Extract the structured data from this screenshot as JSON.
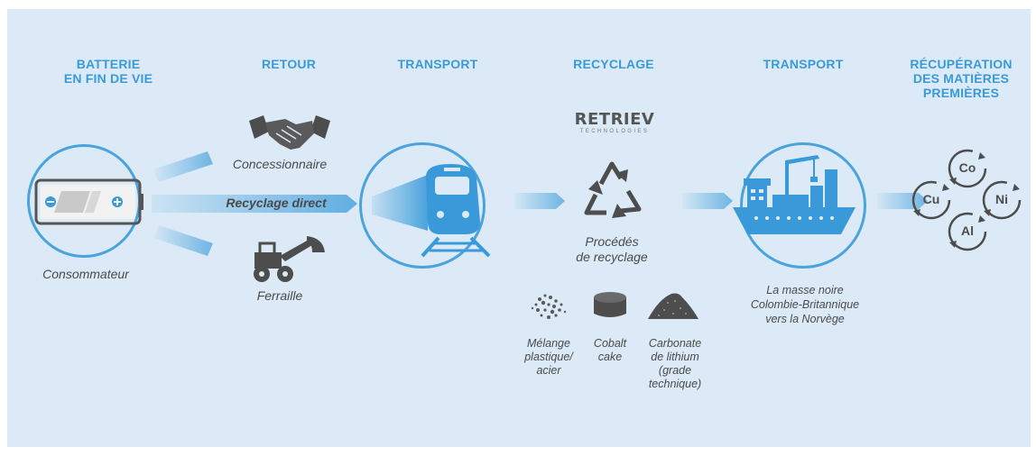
{
  "headings": {
    "step1": [
      "BATTERIE",
      "EN FIN DE VIE"
    ],
    "step2": "RETOUR",
    "step3": "TRANSPORT",
    "step4": "RECYCLAGE",
    "step5": "TRANSPORT",
    "step6": [
      "RÉCUPÉRATION",
      "DES MATIÈRES",
      "PREMIÈRES"
    ]
  },
  "captions": {
    "consumer": "Consommateur",
    "dealer": "Concessionnaire",
    "direct": "Recyclage direct",
    "scrap": "Ferraille",
    "process": [
      "Procédés",
      "de recyclage"
    ],
    "ship": [
      "La masse noire",
      "Colombie-Britannique",
      "vers la Norvège"
    ]
  },
  "logo": {
    "name": "RETRIEV",
    "sub": "TECHNOLOGIES"
  },
  "outputs": [
    {
      "lines": [
        "Mélange",
        "plastique/",
        "acier"
      ],
      "icon": "plastic-steel-mix-icon"
    },
    {
      "lines": [
        "Cobalt",
        "cake"
      ],
      "icon": "cobalt-cake-icon"
    },
    {
      "lines": [
        "Carbonate",
        "de lithium",
        "(grade",
        "technique)"
      ],
      "icon": "lithium-carbonate-icon"
    }
  ],
  "metals": [
    "Co",
    "Cu",
    "Ni",
    "Al"
  ],
  "colors": {
    "accent": "#3a9ad9",
    "circle": "#4aa3dd",
    "panel": "#dbeaf6",
    "icon": "#4d4d4d"
  }
}
